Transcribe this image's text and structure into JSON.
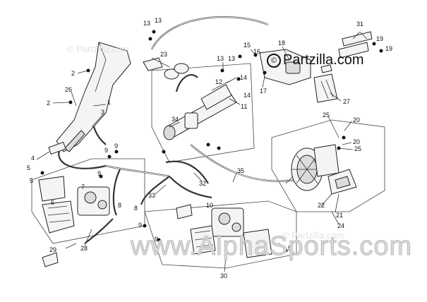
{
  "watermarks": {
    "partzilla": "Partzilla.com",
    "partzilla_mark": "©",
    "alpha": "www.AlphaSports.com",
    "ghost_left": "© Partzilla.com",
    "ghost_right": "© Partzilla.com"
  },
  "callouts": {
    "c13a": "13",
    "c13b": "13",
    "c13c": "13",
    "c13d": "13",
    "c23": "23",
    "c2a": "2",
    "c2b": "2",
    "c1": "1",
    "c26": "26",
    "c3": "3",
    "c4": "4",
    "c5a": "5",
    "c5b": "5",
    "c5c": "5",
    "c6": "6",
    "c9a": "9",
    "c9b": "9",
    "c9c": "9",
    "c9d": "9",
    "c9e": "9",
    "c8a": "8",
    "c8b": "8",
    "c29": "29",
    "c28": "28",
    "c33": "33",
    "c32": "32",
    "c34": "34",
    "c35": "35",
    "c12": "12",
    "c14a": "14",
    "c14b": "14",
    "c11": "11",
    "c15": "15",
    "c16": "16",
    "c17": "17",
    "c18": "18",
    "c31": "31",
    "c19a": "19",
    "c19b": "19",
    "c27": "27",
    "c25a": "25",
    "c25b": "25",
    "c20a": "20",
    "c20b": "20",
    "c22": "22",
    "c21": "21",
    "c24": "24",
    "c30": "30",
    "c10": "10",
    "c7": "7"
  }
}
